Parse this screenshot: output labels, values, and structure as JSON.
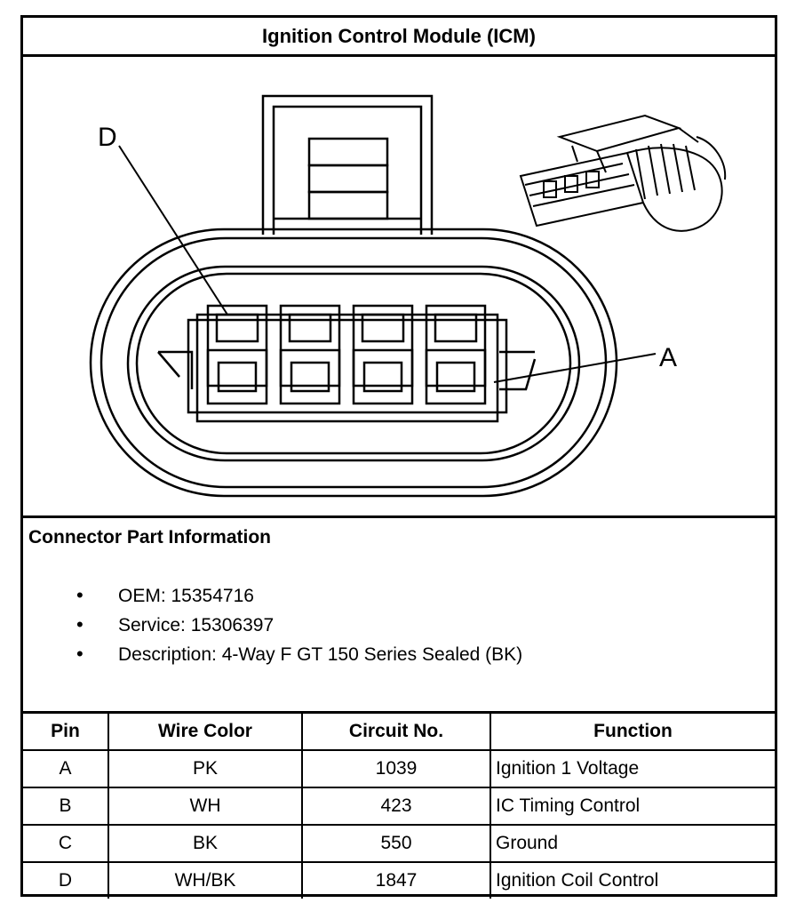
{
  "title": "Ignition Control Module (ICM)",
  "diagram": {
    "label_d": "D",
    "label_a": "A"
  },
  "part_info": {
    "heading": "Connector Part Information",
    "items": [
      "OEM: 15354716",
      "Service: 15306397",
      "Description: 4-Way F GT 150 Series Sealed (BK)"
    ],
    "bullet": "•"
  },
  "table": {
    "headers": [
      "Pin",
      "Wire Color",
      "Circuit No.",
      "Function"
    ],
    "rows": [
      [
        "A",
        "PK",
        "1039",
        "Ignition 1 Voltage"
      ],
      [
        "B",
        "WH",
        "423",
        "IC Timing Control"
      ],
      [
        "C",
        "BK",
        "550",
        "Ground"
      ],
      [
        "D",
        "WH/BK",
        "1847",
        "Ignition Coil Control"
      ]
    ]
  }
}
